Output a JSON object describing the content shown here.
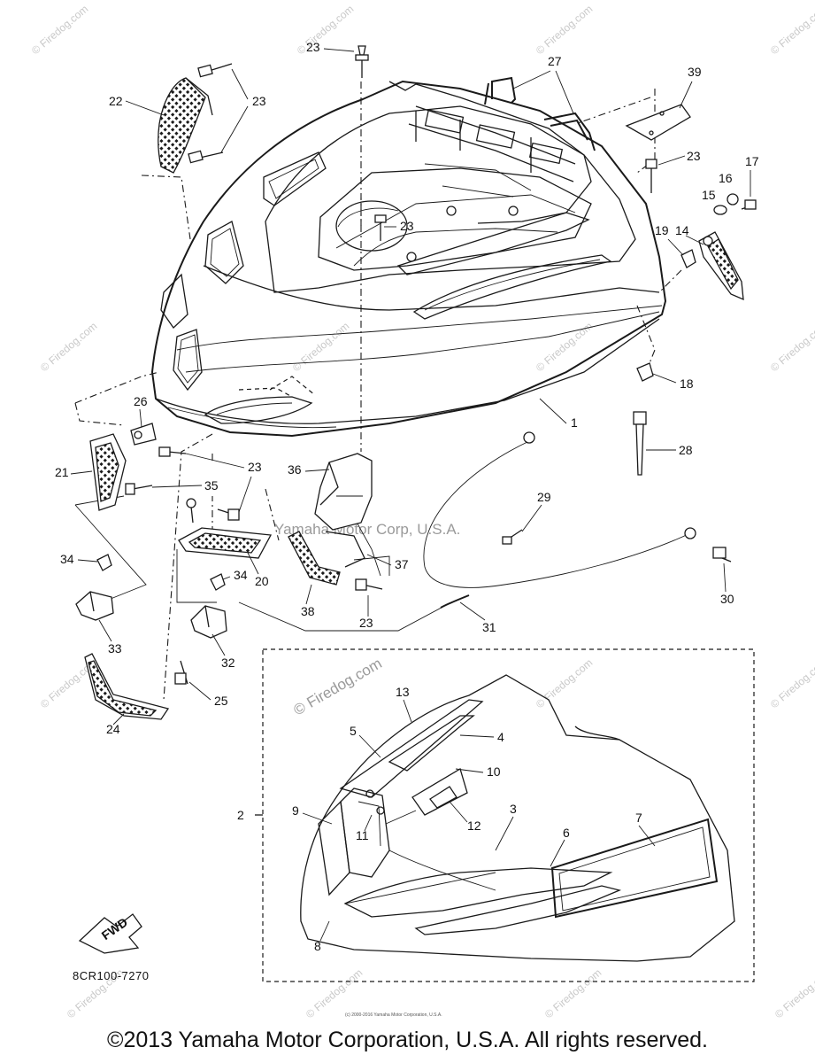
{
  "diagram": {
    "callouts": [
      "1",
      "2",
      "3",
      "4",
      "5",
      "6",
      "7",
      "8",
      "9",
      "10",
      "11",
      "12",
      "13",
      "14",
      "15",
      "16",
      "17",
      "18",
      "19",
      "20",
      "21",
      "22",
      "23",
      "24",
      "25",
      "26",
      "27",
      "28",
      "29",
      "30",
      "31",
      "32",
      "33",
      "34",
      "35",
      "36",
      "37",
      "38",
      "39"
    ],
    "diagram_code": "8CR100-7270",
    "fwd_label": "FWD",
    "small_print": "(c) 2000-2016 Yamaha Motor Corporation, U.S.A.",
    "copyright": "©2013 Yamaha Motor Corporation, U.S.A. All rights reserved."
  },
  "watermarks": {
    "site": "© Firedog.com",
    "center": "Yamaha Motor Corp, U.S.A."
  },
  "colors": {
    "line": "#1a1a1a",
    "watermark": "#c9c9c9",
    "background": "#ffffff"
  }
}
